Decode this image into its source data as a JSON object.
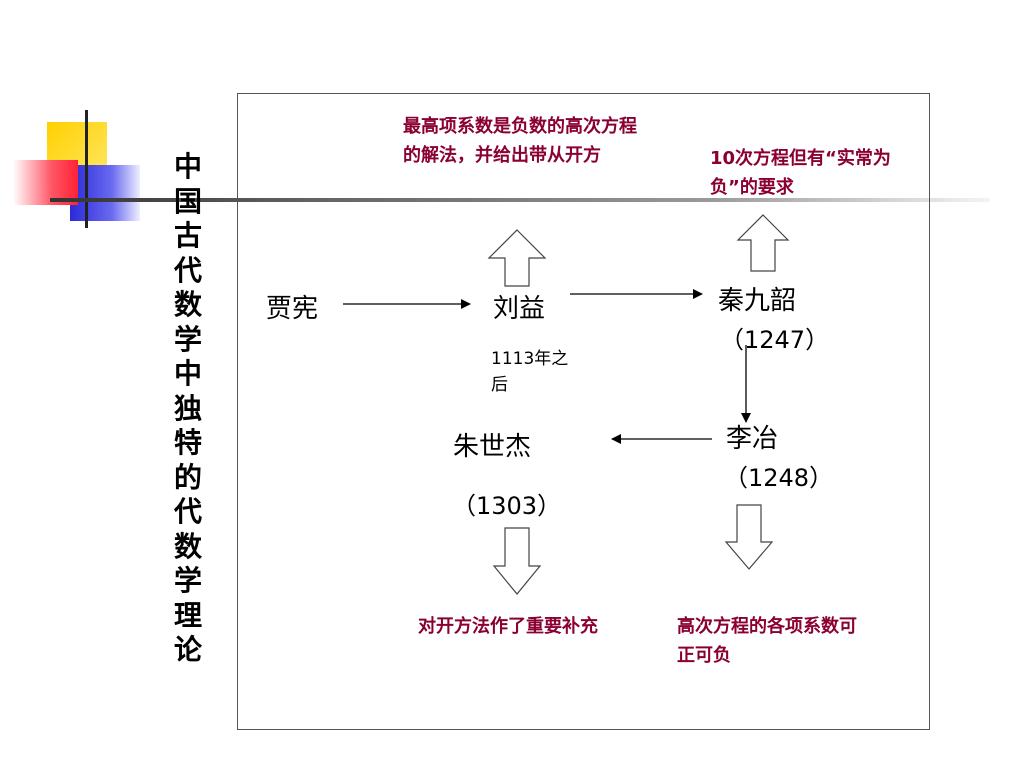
{
  "title": "中国古代数学中独特的代数学理论",
  "nodes": {
    "jiaxian": "贾宪",
    "liuyi": "刘益",
    "liuyi_year": "1113年之后",
    "qinjiushao": "秦九韶",
    "qinjiushao_year": "（1247）",
    "liye": "李冶",
    "liye_year": "（1248）",
    "zhushijie": "朱世杰",
    "zhushijie_year": "（1303）"
  },
  "notes": {
    "liuyi_note": "最高项系数是负数的高次方程的解法，并给出带从开方",
    "qin_note": "10次方程但有“实常为负”的要求",
    "zhu_note": "对开方法作了重要补充",
    "li_note": "高次方程的各项系数可正可负"
  },
  "colors": {
    "note_text": "#8b0033",
    "deco_yellow": "#ffd700",
    "deco_red": "#ff3344",
    "deco_blue": "#3333dd"
  }
}
